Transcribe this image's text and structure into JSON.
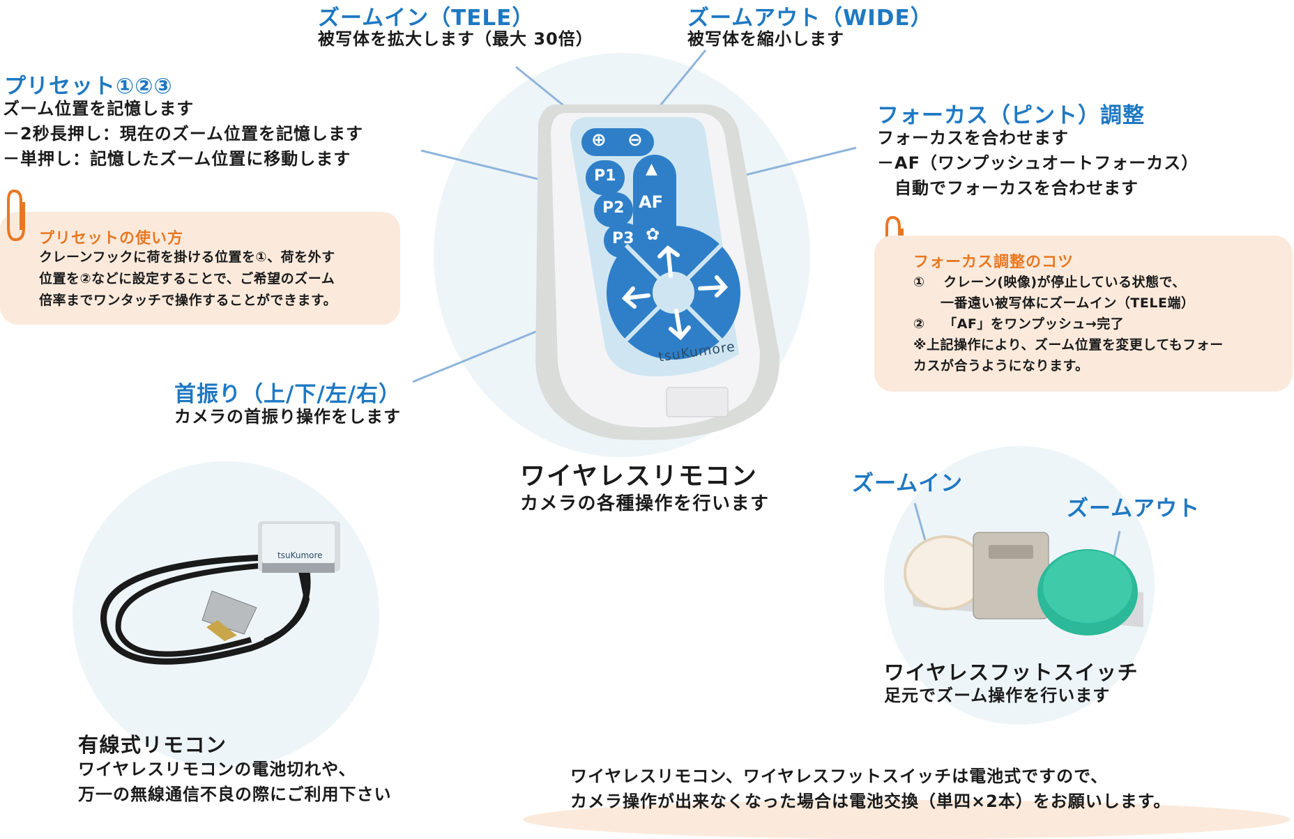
{
  "zoom_in": {
    "title": "ズームイン（TELE）",
    "desc": "被写体を拡大します（最大 30倍）"
  },
  "zoom_out": {
    "title": "ズームアウト（WIDE）",
    "desc": "被写体を縮小します"
  },
  "preset": {
    "title": "プリセット①②③",
    "lines": [
      "ズーム位置を記憶します",
      "－2秒長押し：現在のズーム位置を記憶します",
      "－単押し：記憶したズーム位置に移動します"
    ]
  },
  "preset_tip": {
    "title": "プリセットの使い方",
    "lines": [
      "クレーンフックに荷を掛ける位置を①、荷を外す",
      "位置を②などに設定することで、ご希望のズーム",
      "倍率までワンタッチで操作することができます。"
    ]
  },
  "focus": {
    "title": "フォーカス（ピント）調整",
    "lines": [
      "フォーカスを合わせます",
      "－AF（ワンプッシュオートフォーカス）",
      "　自動でフォーカスを合わせます"
    ]
  },
  "focus_tip": {
    "title": "フォーカス調整のコツ",
    "lines": [
      "①　 クレーン(映像)が停止している状態で、",
      "　　一番遠い被写体にズームイン（TELE端）",
      "②　 「AF」をワンプッシュ→完了",
      "※上記操作により、ズーム位置を変更してもフォー",
      "カスが合うようになります。"
    ]
  },
  "pan_tilt": {
    "title": "首振り（上/下/左/右）",
    "desc": "カメラの首振り操作をします"
  },
  "wireless_remote": {
    "title": "ワイヤレスリモコン",
    "desc": "カメラの各種操作を行います"
  },
  "remote_device": {
    "brand": "tsuKumore",
    "keys": {
      "zoom_in": "⊕",
      "zoom_out": "⊖",
      "p1": "P1",
      "p2": "P2",
      "p3": "P3",
      "af": "AF",
      "far": "▲",
      "near": "✿"
    }
  },
  "wired_remote": {
    "title": "有線式リモコン",
    "lines": [
      "ワイヤレスリモコンの電池切れや、",
      "万一の無線通信不良の際にご利用下さい"
    ],
    "brand": "tsuKumore"
  },
  "foot_switch": {
    "label_in": "ズームイン",
    "label_out": "ズームアウト",
    "title": "ワイヤレスフットスイッチ",
    "desc": "足元でズーム操作を行います"
  },
  "battery_note": {
    "lines": [
      "ワイヤレスリモコン、ワイヤレスフットスイッチは電池式ですので、",
      "カメラ操作が出来なくなった場合は電池交換（単四×2本）をお願いします。"
    ]
  },
  "colors": {
    "accent_blue": "#1e78c2",
    "accent_orange": "#e87722",
    "tip_bg": "#fbeadc",
    "key_blue": "#2f7fc8",
    "panel_light": "#cfe6f2",
    "pad_green": "#2bb99a"
  }
}
